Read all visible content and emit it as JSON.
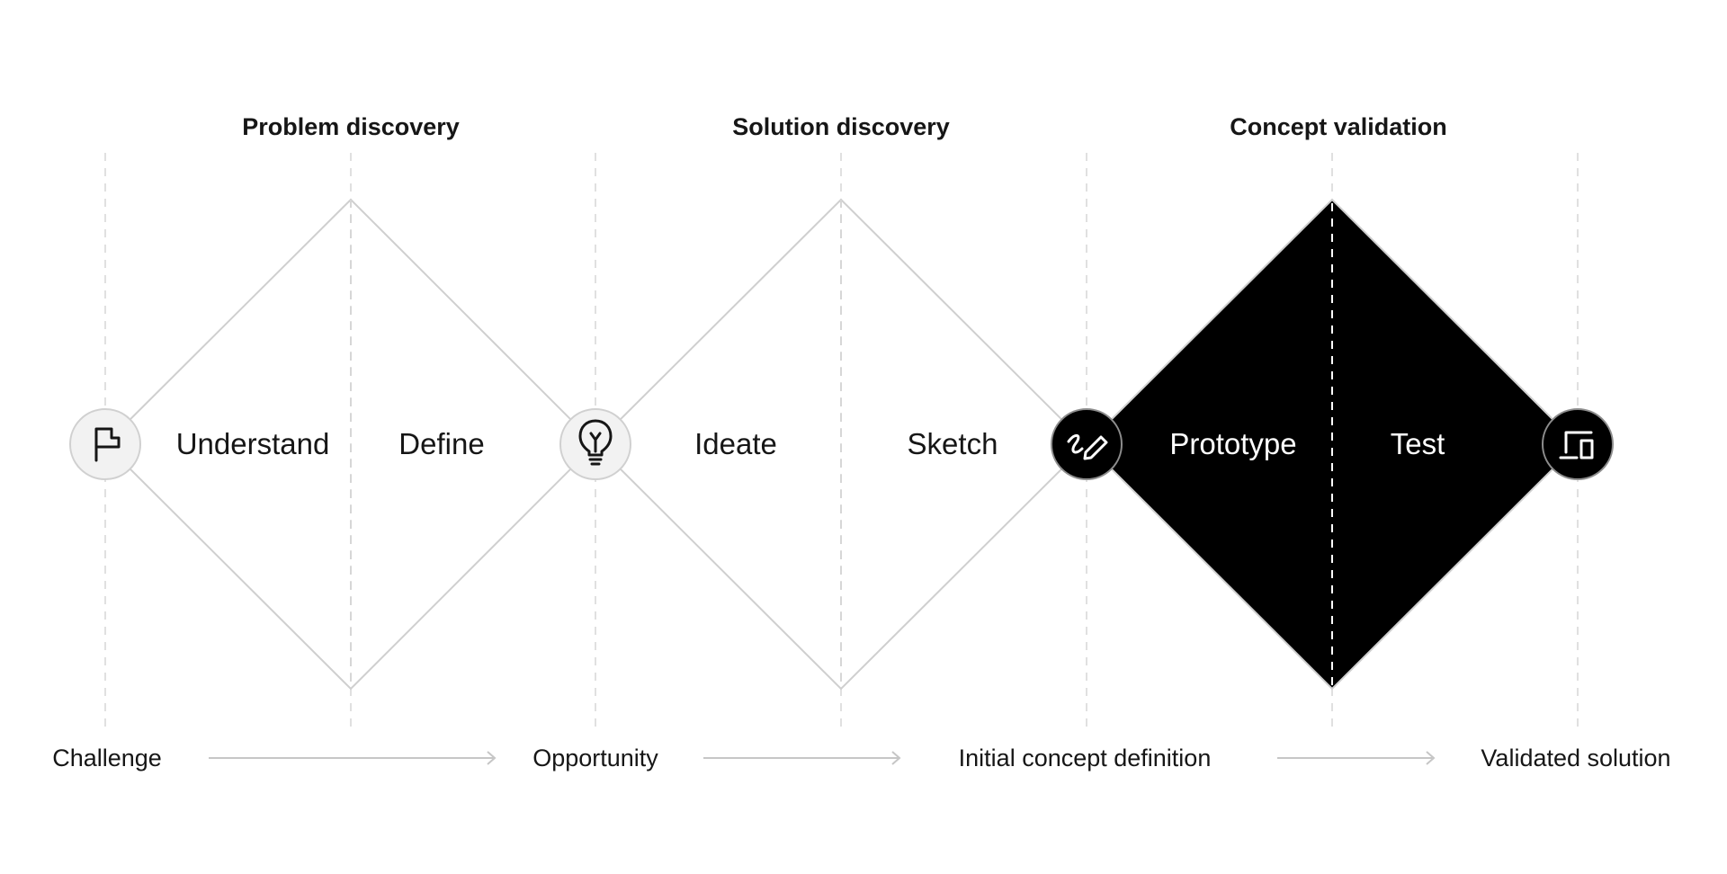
{
  "phases": [
    {
      "title": "Problem discovery",
      "stages": [
        "Understand",
        "Define"
      ],
      "filled": false
    },
    {
      "title": "Solution discovery",
      "stages": [
        "Ideate",
        "Sketch"
      ],
      "filled": false
    },
    {
      "title": "Concept validation",
      "stages": [
        "Prototype",
        "Test"
      ],
      "filled": true
    }
  ],
  "milestones": [
    {
      "label": "Challenge",
      "icon": "flag-icon",
      "style": "light"
    },
    {
      "label": "Opportunity",
      "icon": "lightbulb-icon",
      "style": "light"
    },
    {
      "label": "Initial concept definition",
      "icon": "pen-icon",
      "style": "dark"
    },
    {
      "label": "Validated solution",
      "icon": "devices-icon",
      "style": "dark"
    }
  ],
  "colors": {
    "filled_diamond": "#000000",
    "outline": "#cfcfcf",
    "text": "#161616"
  }
}
